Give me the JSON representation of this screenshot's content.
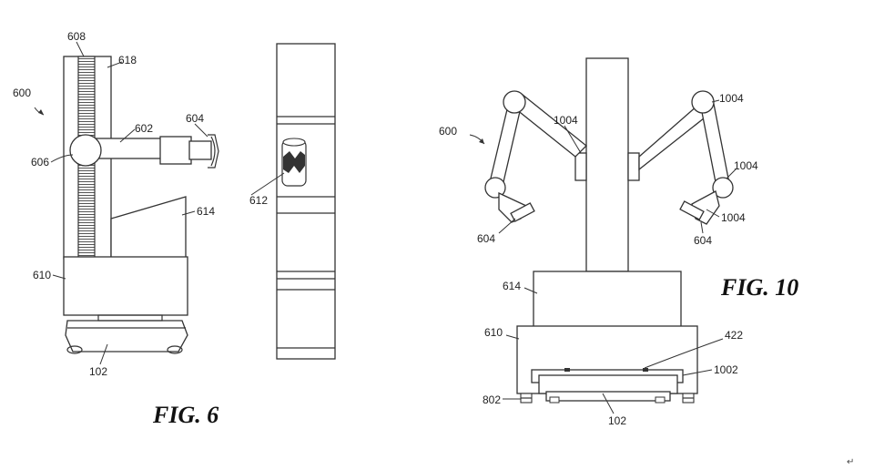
{
  "figure6": {
    "caption": "FIG. 6",
    "labels": {
      "robot": "600",
      "lift_column": "608",
      "mast": "618",
      "arm": "602",
      "gripper": "604",
      "joint": "606",
      "shelf_item": "612",
      "platform": "614",
      "base": "610",
      "drive_unit": "102"
    }
  },
  "figure10": {
    "caption": "FIG. 10",
    "labels": {
      "robot": "600",
      "arm_joint_upper_left": "1004",
      "arm_joint_upper_right": "1004",
      "arm_joint_right_mid": "1004",
      "arm_joint_right_low": "1004",
      "gripper_left": "604",
      "gripper_right": "604",
      "platform": "614",
      "base": "610",
      "connector": "422",
      "docking_frame": "1002",
      "wheel": "802",
      "drive_unit": "102"
    }
  },
  "corner_mark": "↵"
}
